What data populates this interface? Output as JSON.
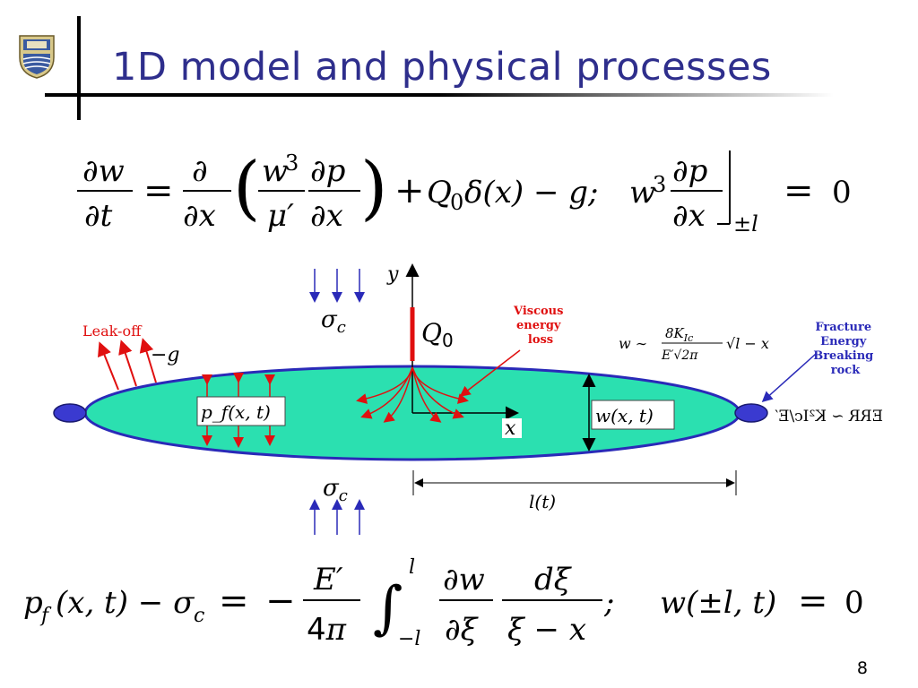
{
  "slide": {
    "title": "1D model and physical processes",
    "page_number": "8"
  },
  "equations": {
    "top_lhs": "∂w/∂t",
    "top_main": "= ∂/∂x ( w³/μ′ · ∂p/∂x ) + Q₀δ(x) − g;",
    "top_bc": "w³ ∂p/∂x ]±l = 0",
    "bottom_main": "p_f(x,t) − σ_c = − E′/4π ∫₋ₗˡ ∂w/∂ξ · dξ/(ξ − x);",
    "bottom_bc": "w(±l, t) = 0"
  },
  "diagram": {
    "leak_off_label": "Leak-off",
    "minus_g": "−g",
    "sigma_top": "σ",
    "sigma_top_sub": "c",
    "sigma_bottom": "σ",
    "sigma_bottom_sub": "c",
    "q0_label": "Q",
    "q0_sub": "0",
    "y_axis": "y",
    "x_axis": "x",
    "pressure_label": "p_f(x, t)",
    "width_label": "w(x, t)",
    "length_label": "l(t)",
    "viscous_label_1": "Viscous",
    "viscous_label_2": "energy",
    "viscous_label_3": "loss",
    "fracture_label_1": "Fracture",
    "fracture_label_2": "Energy",
    "fracture_label_3": "Breaking",
    "fracture_label_4": "rock",
    "tip_asymptote_w": "w ∼",
    "tip_asymptote_num": "8K",
    "tip_asymptote_num_sub": "Ic",
    "tip_asymptote_den": "E′√2π",
    "tip_asymptote_root": "√l − x",
    "err_mirrored": "ERR ∼ K²Ic/E′",
    "colors": {
      "title_blue": "#2e2e8c",
      "fracture_fill": "#2be0b0",
      "fracture_stroke": "#2a2ab8",
      "tip_blue": "#3a3ad0",
      "red": "#e01010",
      "arrow_blue": "#2a2ab8"
    }
  }
}
